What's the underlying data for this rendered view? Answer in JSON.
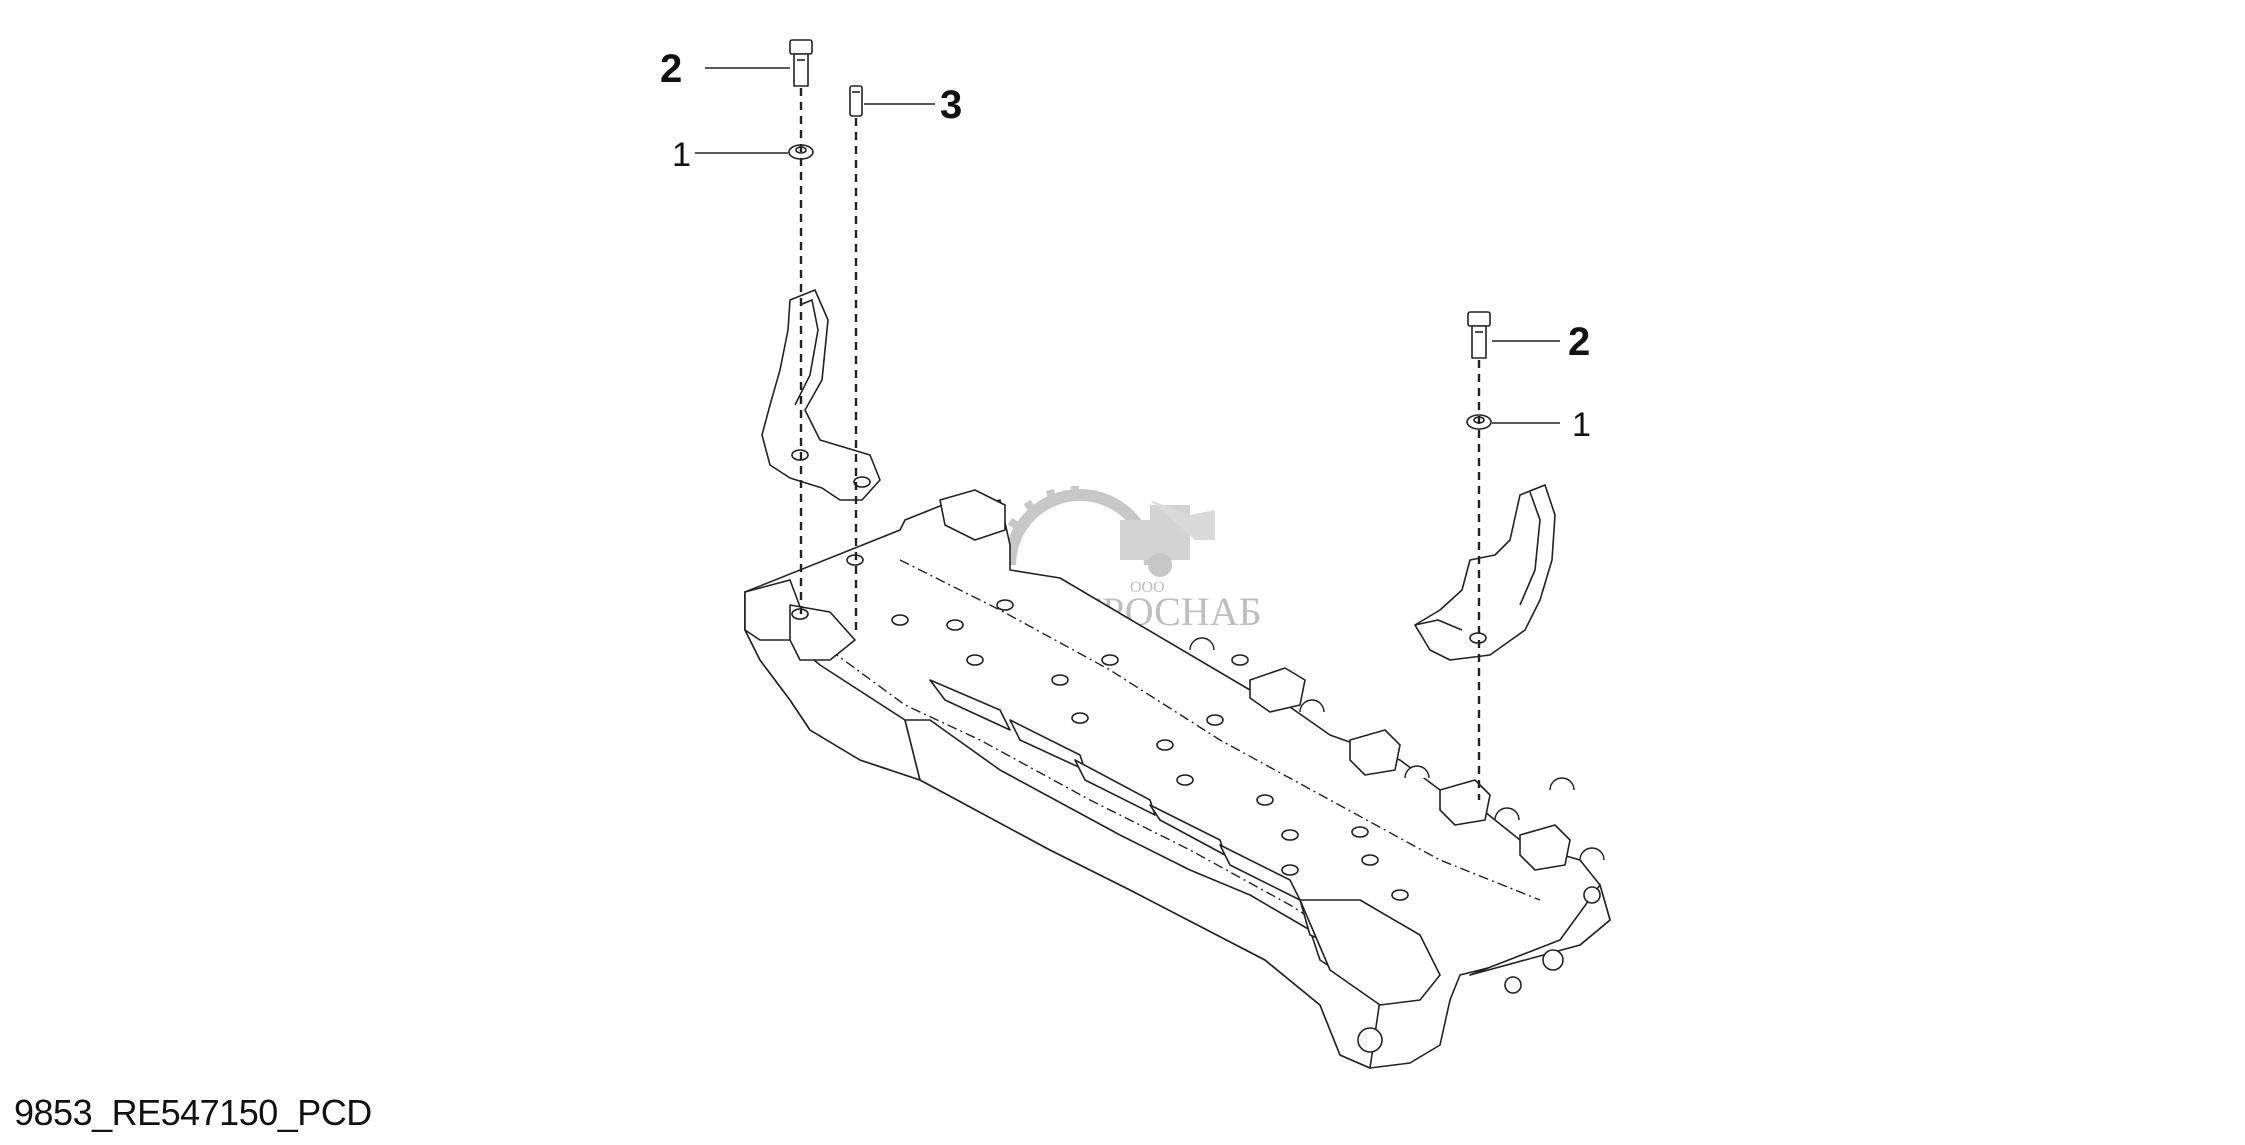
{
  "diagram": {
    "callouts": [
      {
        "id": "c2-left",
        "label": "2"
      },
      {
        "id": "c3",
        "label": "3"
      },
      {
        "id": "c1-left",
        "label": "1"
      },
      {
        "id": "c2-right",
        "label": "2"
      },
      {
        "id": "c1-right",
        "label": "1"
      }
    ],
    "watermark": {
      "small": "ООО",
      "large": "АГРОСНАБ"
    },
    "drawing_code": "9853_RE547150_PCD"
  }
}
